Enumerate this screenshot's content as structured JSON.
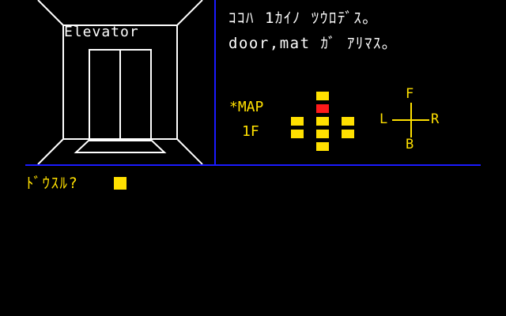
{
  "viewport": {
    "door_sign": "Elevator"
  },
  "message": {
    "line1": "ｺｺﾊ 1ｶｲﾉ ﾂｳﾛﾃﾞｽ｡",
    "line2": "door,mat ｶﾞ ｱﾘﾏｽ｡"
  },
  "map": {
    "title": "*MAP",
    "floor": "1F"
  },
  "compass": {
    "front": "F",
    "back": "B",
    "left": "L",
    "right": "R"
  },
  "prompt": {
    "text": "ﾄﾞｳｽﾙ?"
  },
  "colors": {
    "line": "#ffffff",
    "divider": "#1a1aff",
    "text_accent": "#ffe000",
    "map_cell": "#ffe000",
    "map_player": "#ff1a1a"
  }
}
